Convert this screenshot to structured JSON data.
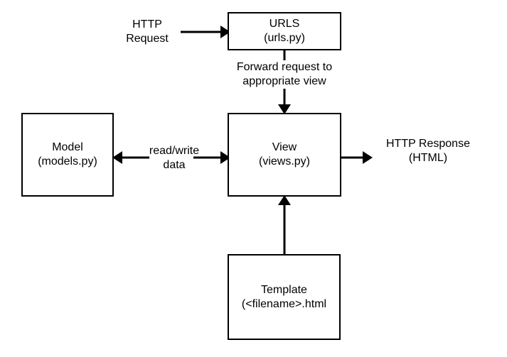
{
  "diagram": {
    "title": "Django MVT request/response flow",
    "background": "#ffffff",
    "stroke": "#000000",
    "nodes": {
      "urls": {
        "line1": "URLS",
        "line2": "(urls.py)"
      },
      "view": {
        "line1": "View",
        "line2": "(views.py)"
      },
      "model": {
        "line1": "Model",
        "line2": "(models.py)"
      },
      "template": {
        "line1": "Template",
        "line2": "(<filename>.html"
      }
    },
    "labels": {
      "http_request": {
        "line1": "HTTP",
        "line2": "Request"
      },
      "forward": {
        "line1": "Forward request to",
        "line2": "appropriate view"
      },
      "read_write": {
        "line1": "read/write",
        "line2": "data"
      },
      "http_response": {
        "line1": "HTTP Response",
        "line2": "(HTML)"
      }
    },
    "edges": [
      {
        "name": "request-to-urls",
        "from": "HTTP Request",
        "to": "URLS",
        "direction": "right"
      },
      {
        "name": "urls-to-view",
        "from": "URLS",
        "to": "View",
        "direction": "down"
      },
      {
        "name": "view-to-model",
        "from": "View",
        "to": "Model",
        "direction": "left"
      },
      {
        "name": "model-to-view",
        "from": "Model",
        "to": "View",
        "direction": "right"
      },
      {
        "name": "view-to-response",
        "from": "View",
        "to": "HTTP Response",
        "direction": "right"
      },
      {
        "name": "template-to-view",
        "from": "Template",
        "to": "View",
        "direction": "up"
      }
    ]
  }
}
